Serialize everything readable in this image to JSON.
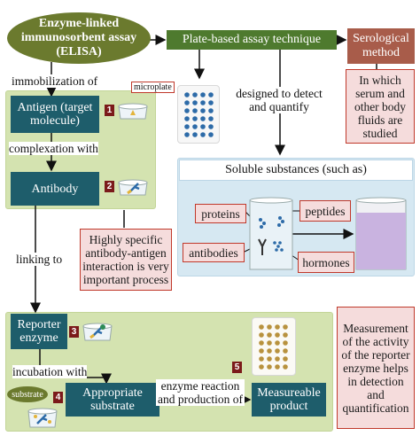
{
  "elisa_title": "Enzyme-linked immunosorbent assay (ELISA)",
  "plate_based_label": "Plate-based assay technique",
  "serological_label": "Serological method",
  "serum_note": "In which serum and other body fluids are studied",
  "immobilization_label": "immobilization of",
  "microplate_label": "microplate",
  "antigen_label": "Antigen (target molecule)",
  "step1_num": "1",
  "designed_label": "designed to detect and quantify",
  "complexation_label": "complexation with",
  "antibody_label": "Antibody",
  "step2_num": "2",
  "soluble_label": "Soluble substances (such as)",
  "proteins_label": "proteins",
  "peptides_label": "peptides",
  "antibodies_label": "antibodies",
  "hormones_label": "hormones",
  "specific_note": "Highly specific antibody-antigen interaction is very important process",
  "linking_label": "linking to",
  "reporter_label": "Reporter enzyme",
  "step3_num": "3",
  "incubation_label": "incubation with",
  "substrate_small_label": "substrate",
  "step4_num": "4",
  "appropriate_label": "Appropriate substrate",
  "reaction_label": "enzyme reaction and production of",
  "step5_num": "5",
  "measureable_label": "Measureable product",
  "measurement_note": "Measurement of the activity of the reporter enzyme helps in detection and quantification",
  "colors": {
    "olive": "#6b7a2e",
    "teal": "#1e5d6b",
    "green_box": "#4e7a2e",
    "pink_fill": "#f5dcdc",
    "pink_border": "#c0392b",
    "green_panel": "#d4e3b0",
    "blue_panel": "#d6e8f2",
    "dark_red": "#7b1a1a",
    "purple_liquid": "#c9b3e0",
    "blue_dot": "#2d6ba8",
    "gold_dot": "#b8923e"
  }
}
